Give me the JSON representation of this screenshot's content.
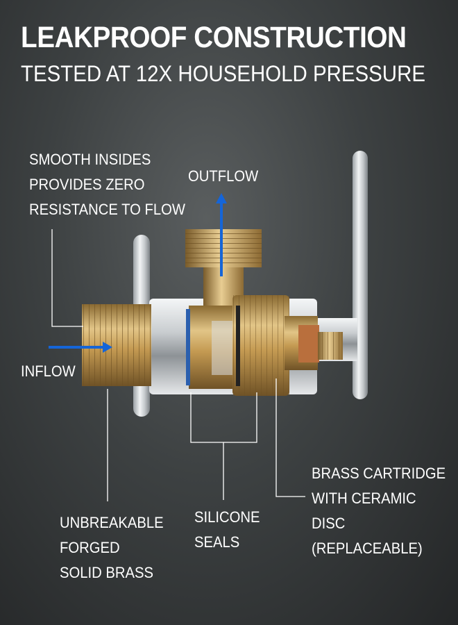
{
  "title": "LEAKPROOF CONSTRUCTION",
  "subtitle": "TESTED AT 12X HOUSEHOLD PRESSURE",
  "labels": {
    "smooth": [
      "SMOOTH INSIDES",
      "PROVIDES ZERO",
      "RESISTANCE TO FLOW"
    ],
    "outflow": "OUTFLOW",
    "inflow": "INFLOW",
    "brass": [
      "UNBREAKABLE",
      "FORGED",
      "SOLID BRASS"
    ],
    "seals": [
      "SILICONE",
      "SEALS"
    ],
    "cartridge": [
      "BRASS CARTRIDGE",
      "WITH CERAMIC",
      "DISC",
      "(REPLACEABLE)"
    ]
  },
  "colors": {
    "arrow": "#1565d8",
    "brass": "#c9a05a",
    "chrome": "#dcdfe2"
  }
}
